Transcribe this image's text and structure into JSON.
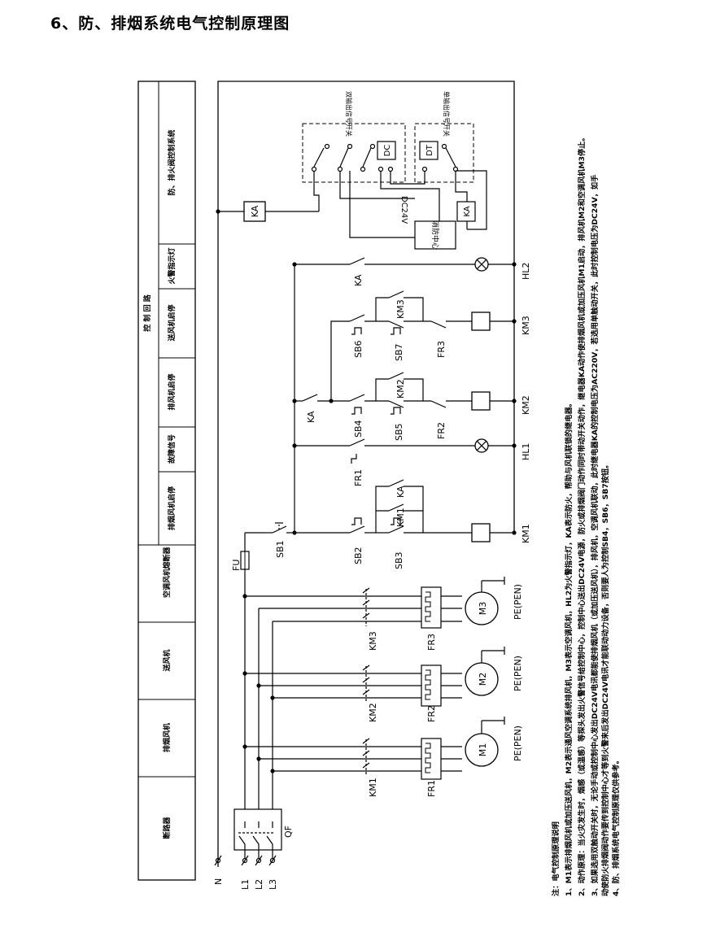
{
  "page": {
    "title": "6、防、排烟系统电气控制原理图"
  },
  "table": {
    "header": "控 制 回 路",
    "columns": [
      "断路器",
      "排烟风机",
      "送风机",
      "空调风机",
      "熔断器",
      "排烟风机启停",
      "故障信号",
      "排风机启停",
      "送风机启停",
      "火警指示灯",
      "防、排火阀控制系统"
    ]
  },
  "diagram": {
    "mains": {
      "n": "N",
      "l1": "L1",
      "l2": "L2",
      "l3": "L3",
      "breaker": "QF",
      "fuse": "FU"
    },
    "motors": [
      {
        "contactor": "KM1",
        "relay": "FR1",
        "motor": "M1",
        "pe": "PE(PEN)"
      },
      {
        "contactor": "KM2",
        "relay": "FR2",
        "motor": "M2",
        "pe": "PE(PEN)"
      },
      {
        "contactor": "KM3",
        "relay": "FR3",
        "motor": "M3",
        "pe": "PE(PEN)"
      }
    ],
    "control": {
      "sb1": "SB1",
      "sb2": "SB2",
      "sb3": "SB3",
      "sb4": "SB4",
      "sb5": "SB5",
      "sb6": "SB6",
      "sb7": "SB7",
      "km1": "KM1",
      "km2": "KM2",
      "km3": "KM3",
      "fr1": "FR1",
      "fr2": "FR2",
      "fr3": "FR3",
      "ka": "KA",
      "hl1": "HL1",
      "hl2": "HL2"
    },
    "damper": {
      "box1": "双输出信号开关",
      "box2": "单输出信号开关",
      "dc": "DC",
      "dt": "DT",
      "ka": "KA",
      "dc24": "DC24V",
      "center": "消防中心"
    }
  },
  "notes": {
    "heading": "注：电气控制原理说明",
    "lines": [
      "1、M1表示排烟风机或加压送风机，M2表示通风空调系统排风机，M3表示空调风机，HL2为火警指示灯，KA表示防火，帮助与风机联锁的继电器。",
      "2、动作原理：当火灾发生时，烟感（或温感）等探头发出火警信号给控制中心，控制中心送出DC24V电源，防火或排烟阀门动作同时带动开关动作，继电器KA动作使排烟风机或加压风机M1启动，排风机M2和空调风机M3停止。",
      "3、如果选用双触动开关时，无论手动或控制中心发出DC24V电讯都能使排烟风机（或加压送风机），排风机，空调风机联动，此时继电器KA的控制电压为AC220V，若选用单触动开关，此时控制电压为DC24V，如手动使防火排烟阀动作要传到控制中心才等到火警来后发出DC24V电讯才能联动动力设备，否则要人为控制SB4，SB6，SB7按钮。",
      "4、防、排烟系统电气控制原理仅供参考。"
    ]
  }
}
